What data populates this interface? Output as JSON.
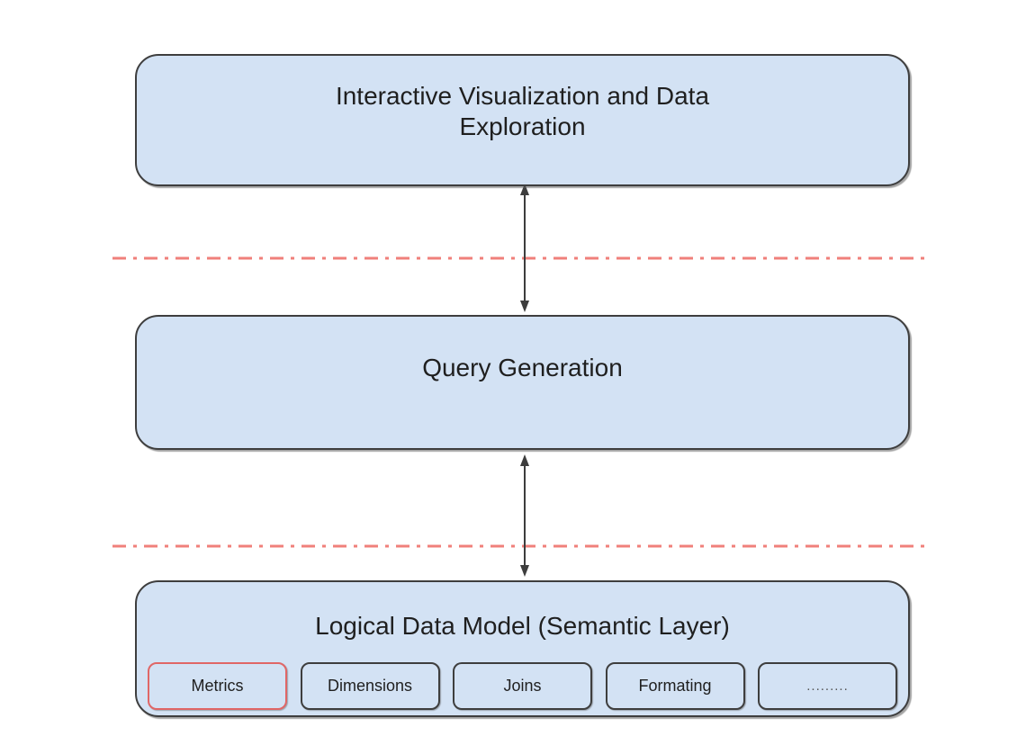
{
  "diagram": {
    "colors": {
      "box_fill": "#d3e2f4",
      "box_border": "#3e3e3e",
      "box_text": "#1f1f1f",
      "divider_red": "#f0807b",
      "metrics_border": "#e06666",
      "arrow": "#3d3d3d",
      "dots_text": "#555555"
    },
    "layers": [
      {
        "title": "Interactive Visualization and Data Exploration"
      },
      {
        "title": "Query Generation"
      },
      {
        "title": "Logical Data Model (Semantic Layer)",
        "chips": [
          {
            "label": "Metrics",
            "highlighted": true
          },
          {
            "label": "Dimensions",
            "highlighted": false
          },
          {
            "label": "Joins",
            "highlighted": false
          },
          {
            "label": "Formating",
            "highlighted": false
          },
          {
            "label": ".........",
            "highlighted": false
          }
        ]
      }
    ]
  }
}
